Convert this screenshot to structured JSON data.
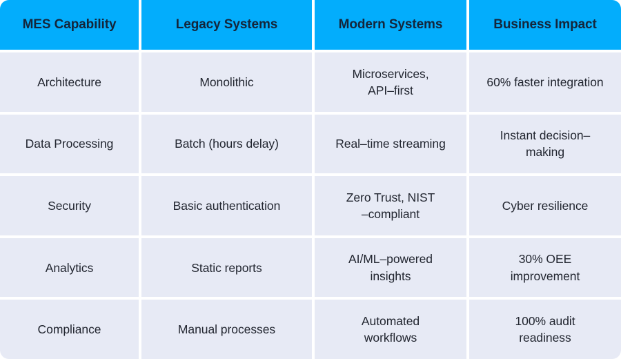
{
  "table": {
    "accent_color": "#03ADFC",
    "header_text_color": "#14263B",
    "cell_background_color": "#E7EAF5",
    "cell_text_color": "#222630",
    "gap_color": "#FFFFFF",
    "columns": [
      {
        "label": "MES Capability"
      },
      {
        "label": "Legacy Systems"
      },
      {
        "label": "Modern Systems"
      },
      {
        "label": "Business Impact"
      }
    ],
    "rows": [
      {
        "capability": "Architecture",
        "legacy": "Monolithic",
        "modern": "Microservices,\nAPI–first",
        "impact": "60% faster integration"
      },
      {
        "capability": "Data Processing",
        "legacy": "Batch (hours delay)",
        "modern": "Real–time streaming",
        "impact": "Instant decision–\nmaking"
      },
      {
        "capability": "Security",
        "legacy": "Basic authentication",
        "modern": "Zero Trust, NIST\n–compliant",
        "impact": "Cyber resilience"
      },
      {
        "capability": "Analytics",
        "legacy": "Static reports",
        "modern": "AI/ML–powered\ninsights",
        "impact": "30% OEE\nimprovement"
      },
      {
        "capability": "Compliance",
        "legacy": "Manual processes",
        "modern": "Automated\nworkflows",
        "impact": "100% audit\nreadiness"
      }
    ]
  }
}
